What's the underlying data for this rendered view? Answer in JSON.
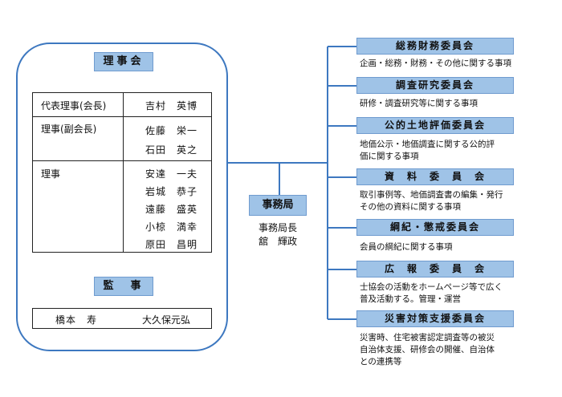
{
  "board": {
    "title": "理事会",
    "rows": [
      {
        "role": "代表理事(会長)",
        "names": [
          "吉村　英博"
        ]
      },
      {
        "role": "理事(副会長)",
        "names": [
          "佐藤　栄一",
          "石田　英之"
        ]
      },
      {
        "role": "理事",
        "names": [
          "安達　一夫",
          "岩城　恭子",
          "遠藤　盛英",
          "小椋　満幸",
          "原田　昌明"
        ]
      }
    ]
  },
  "auditors": {
    "title": "監　事",
    "names": [
      "橋本　寿",
      "大久保元弘"
    ]
  },
  "secretariat": {
    "title": "事務局",
    "role": "事務局長",
    "name": "舘　輝政"
  },
  "committees": [
    {
      "name": "総務財務委員会",
      "desc": [
        "企画・総務・財務・その他に関する事項"
      ]
    },
    {
      "name": "調査研究委員会",
      "desc": [
        "研修・調査研究等に関する事項"
      ]
    },
    {
      "name": "公的土地評価委員会",
      "desc": [
        "地価公示・地価調査に関する公的評",
        "価に関する事項"
      ]
    },
    {
      "name": "資　料　委　員　会",
      "desc": [
        "取引事例等、地価調査書の編集・発行",
        "その他の資料に関する事項"
      ]
    },
    {
      "name": "綱紀・懲戒委員会",
      "desc": [
        "会員の綱紀に関する事項"
      ]
    },
    {
      "name": "広　報　委　員　会",
      "desc": [
        "士協会の活動をホームページ等で広く",
        "普及活動する。管理・運営"
      ]
    },
    {
      "name": "災害対策支援委員会",
      "desc": [
        "災害時、住宅被害認定調査等の被災",
        "自治体支援、研修会の開催、自治体",
        "との連携等"
      ]
    }
  ]
}
